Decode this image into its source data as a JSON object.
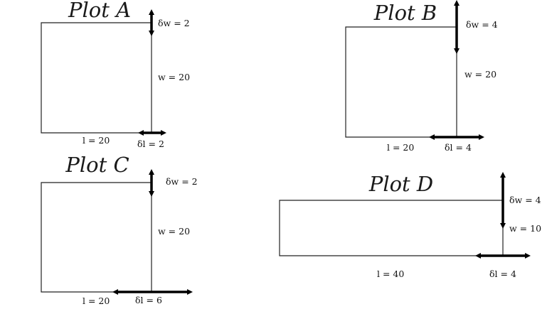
{
  "colors": {
    "outline": "#222222",
    "arrow": "#000000",
    "text": "#111111"
  },
  "plots": [
    {
      "id": "a",
      "title": "Plot A",
      "dw_label": "δw = 2",
      "w_label": "w = 20",
      "l_label": "l = 20",
      "dl_label": "δl = 2",
      "l": 20,
      "w": 20,
      "dl": 2,
      "dw": 2
    },
    {
      "id": "b",
      "title": "Plot B",
      "dw_label": "δw = 4",
      "w_label": "w = 20",
      "l_label": "l = 20",
      "dl_label": "δl = 4",
      "l": 20,
      "w": 20,
      "dl": 4,
      "dw": 4
    },
    {
      "id": "c",
      "title": "Plot C",
      "dw_label": "δw = 2",
      "w_label": "w = 20",
      "l_label": "l = 20",
      "dl_label": "δl = 6",
      "l": 20,
      "w": 20,
      "dl": 6,
      "dw": 2
    },
    {
      "id": "d",
      "title": "Plot D",
      "dw_label": "δw = 4",
      "w_label": "w = 10",
      "l_label": "l = 40",
      "dl_label": "δl = 4",
      "l": 40,
      "w": 10,
      "dl": 4,
      "dw": 4
    }
  ]
}
